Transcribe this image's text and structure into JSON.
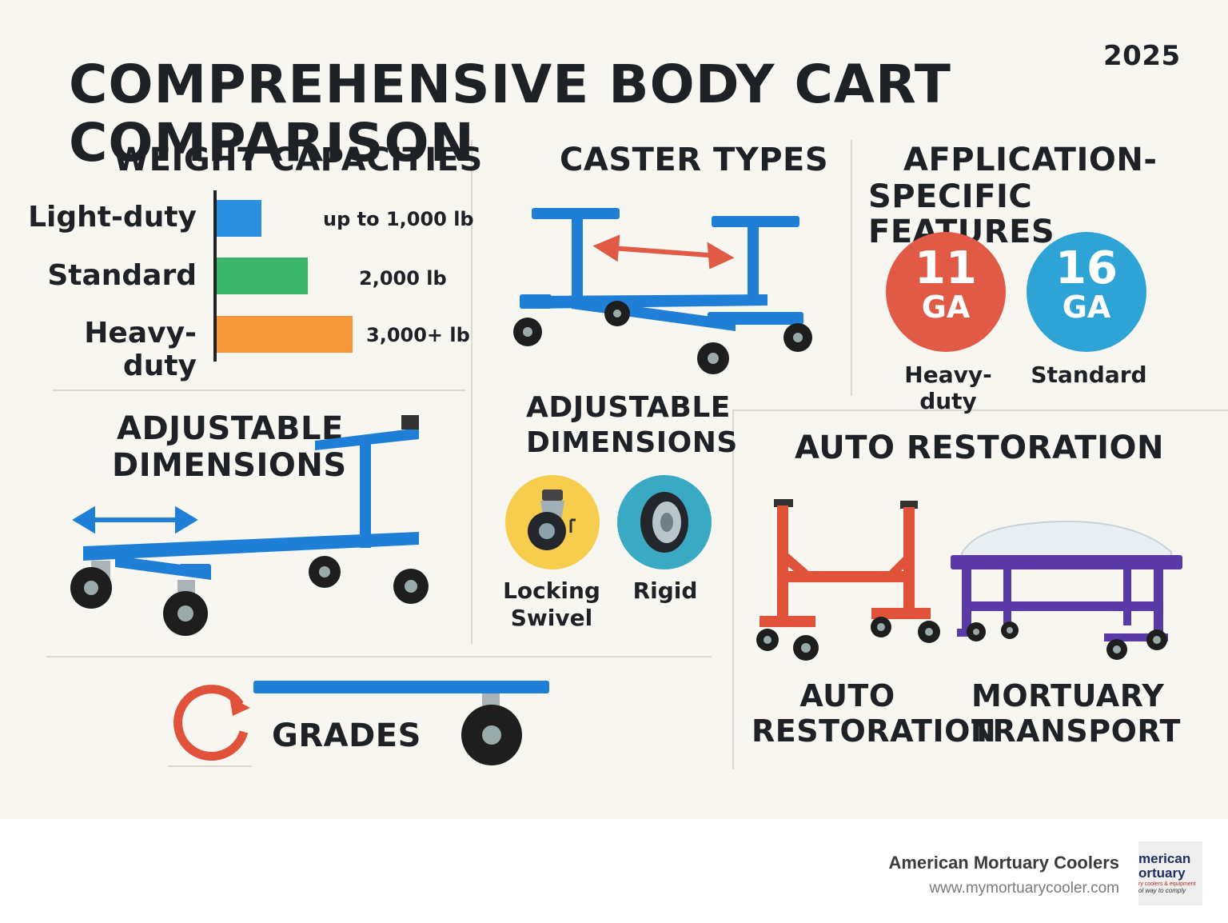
{
  "title": "COMPREHENSIVE BODY CART COMPARISON",
  "year": "2025",
  "weight_section": {
    "heading": "WEIGHT CAPACITIES",
    "rows": [
      {
        "label": "Light-duty",
        "value": "up to 1,000 lb",
        "color": "#2b8fe0",
        "fraction": 0.33
      },
      {
        "label": "Standard",
        "value": "2,000 lb",
        "color": "#3bb56a",
        "fraction": 0.67
      },
      {
        "label": "Heavy-duty",
        "value": "3,000+ lb",
        "color": "#f7973a",
        "fraction": 1.0
      }
    ]
  },
  "caster_section": {
    "heading": "CASTER TYPES"
  },
  "application_section": {
    "heading_line1": "AFPLICATION-",
    "heading_line2": "SPECIFIC FEATURES",
    "gauges": [
      {
        "number": "11",
        "unit": "GA",
        "caption": "Heavy-duty",
        "color": "#e05a45"
      },
      {
        "number": "16",
        "unit": "GA",
        "caption": "Standard",
        "color": "#2ea3d6"
      }
    ]
  },
  "adjustable_left": {
    "line1": "ADJUSTABLE",
    "line2": "DIMENSIONS"
  },
  "adjustable_middle": {
    "line1": "ADJUSTABLE",
    "line2": "DIMENSIONS",
    "wheels": [
      {
        "caption_line1": "Locking",
        "caption_line2": "Swivel",
        "color": "#f6cd4d",
        "icon": "swivel-caster-icon"
      },
      {
        "caption_line1": "Rigid",
        "caption_line2": "",
        "color": "#3aaac4",
        "icon": "rigid-wheel-icon"
      }
    ]
  },
  "auto_section": {
    "heading": "AUTO RESTORATION",
    "items": [
      {
        "line1": "AUTO",
        "line2": "RESTORATION",
        "icon": "red-auto-cart-icon"
      },
      {
        "line1": "MORTUARY",
        "line2": "TRANSPORT",
        "icon": "purple-mortuary-cart-icon"
      }
    ]
  },
  "grades_section": {
    "label": "GRADES"
  },
  "footer": {
    "company": "American Mortuary Coolers",
    "url": "www.mymortuarycooler.com",
    "logo_line1": "merican",
    "logo_line2": "ortuary",
    "logo_line3": "ry coolers & equipment",
    "logo_line4": "ol way to comply"
  },
  "colors": {
    "cart_blue": "#1f7fd6",
    "arrow_red": "#e05a45",
    "heading": "#1e2126"
  }
}
